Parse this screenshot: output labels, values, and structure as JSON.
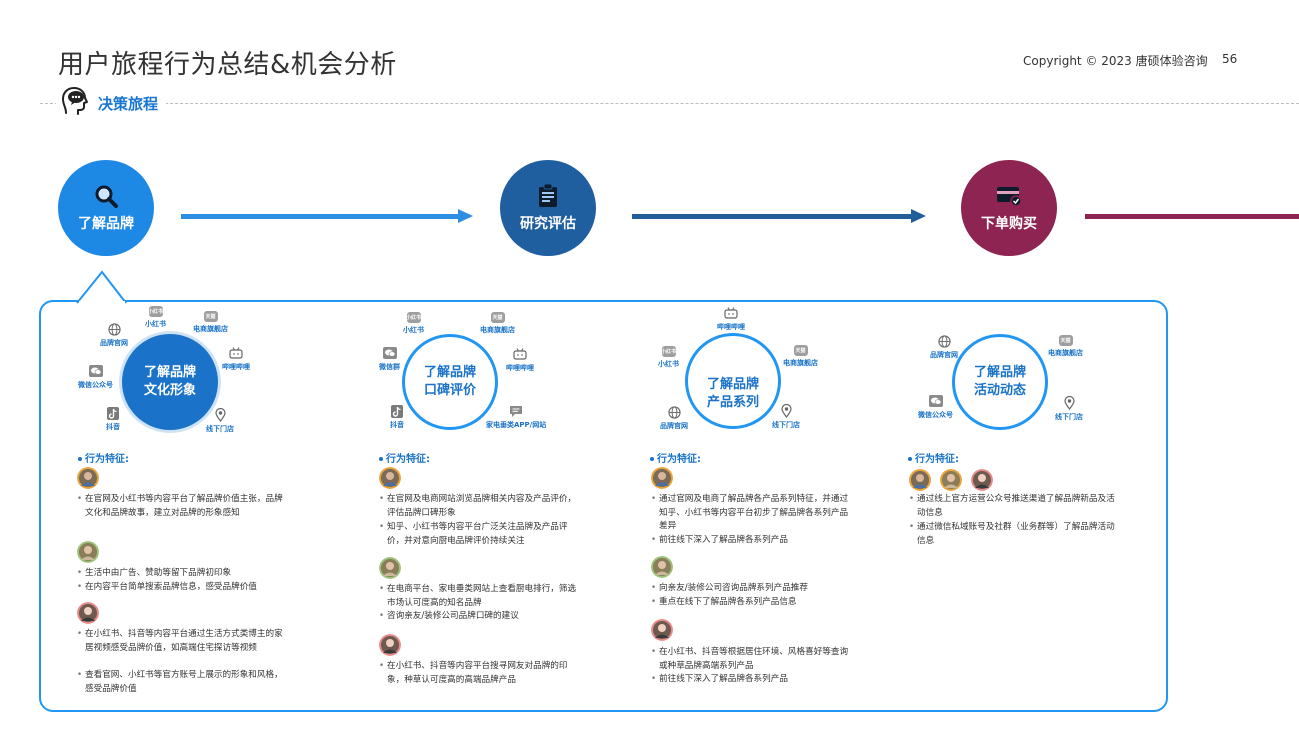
{
  "header": {
    "title": "用户旅程行为总结&机会分析",
    "copyright": "Copyright © 2023 唐硕体验咨询",
    "page_number": "56"
  },
  "section": {
    "label": "决策旅程"
  },
  "stages": [
    {
      "label": "了解品牌",
      "color": "#1e88e5",
      "icon": "magnifier-icon"
    },
    {
      "label": "研究评估",
      "color": "#1f5fa0",
      "icon": "clipboard-icon"
    },
    {
      "label": "下单购买",
      "color": "#8e2451",
      "icon": "card-icon"
    }
  ],
  "arrow_colors": [
    "#2d8fe3",
    "#225f99",
    "#8e2451"
  ],
  "behavior_title": "行为特征:",
  "columns": [
    {
      "hub": {
        "line1": "了解品牌",
        "line2": "文化形象"
      },
      "channels": [
        {
          "label": "小红书",
          "icon": "xiaohongshu-icon"
        },
        {
          "label": "电商旗舰店",
          "icon": "store-icon"
        },
        {
          "label": "品牌官网",
          "icon": "globe-icon"
        },
        {
          "label": "哔哩哔哩",
          "icon": "bilibili-icon"
        },
        {
          "label": "微信公众号",
          "icon": "wechat-icon"
        },
        {
          "label": "抖音",
          "icon": "douyin-icon"
        },
        {
          "label": "线下门店",
          "icon": "location-pin-icon"
        }
      ],
      "groups": [
        {
          "bullets": [
            "在官网及小红书等内容平台了解品牌价值主张，品牌文化和品牌故事，建立对品牌的形象感知"
          ]
        },
        {
          "bullets": [
            "生活中由广告、赞助等留下品牌初印象",
            "在内容平台简单搜索品牌信息，感受品牌价值"
          ]
        },
        {
          "bullets": [
            "在小红书、抖音等内容平台通过生活方式类博主的家居视频感受品牌价值，如高端住宅探访等视频",
            "查看官网、小红书等官方账号上展示的形象和风格，感受品牌价值"
          ]
        }
      ]
    },
    {
      "hub": {
        "line1": "了解品牌",
        "line2": "口碑评价"
      },
      "channels": [
        {
          "label": "小红书",
          "icon": "xiaohongshu-icon"
        },
        {
          "label": "电商旗舰店",
          "icon": "store-icon"
        },
        {
          "label": "微信群",
          "icon": "wechat-icon"
        },
        {
          "label": "哔哩哔哩",
          "icon": "bilibili-icon"
        },
        {
          "label": "抖音",
          "icon": "douyin-icon"
        },
        {
          "label": "家电垂类APP/网站",
          "icon": "chat-icon"
        }
      ],
      "groups": [
        {
          "bullets": [
            "在官网及电商网站浏览品牌相关内容及产品评价，评估品牌口碑形象",
            "知乎、小红书等内容平台广泛关注品牌及产品评价，并对意向厨电品牌评价持续关注"
          ]
        },
        {
          "bullets": [
            "在电商平台、家电垂类网站上查看厨电排行，筛选市场认可度高的知名品牌",
            "咨询亲友/装修公司品牌口碑的建议"
          ]
        },
        {
          "bullets": [
            "在小红书、抖音等内容平台搜寻网友对品牌的印象，种草认可度高的高端品牌产品"
          ]
        }
      ]
    },
    {
      "hub": {
        "line1": "了解品牌",
        "line2": "产品系列"
      },
      "channels": [
        {
          "label": "哔哩哔哩",
          "icon": "bilibili-icon"
        },
        {
          "label": "小红书",
          "icon": "xiaohongshu-icon"
        },
        {
          "label": "电商旗舰店",
          "icon": "store-icon"
        },
        {
          "label": "品牌官网",
          "icon": "globe-icon"
        },
        {
          "label": "线下门店",
          "icon": "location-pin-icon"
        }
      ],
      "groups": [
        {
          "bullets": [
            "通过官网及电商了解品牌各产品系列特征，并通过知乎、小红书等内容平台初步了解品牌各系列产品差异",
            "前往线下深入了解品牌各系列产品"
          ]
        },
        {
          "bullets": [
            "向亲友/装修公司咨询品牌系列产品推荐",
            "重点在线下了解品牌各系列产品信息"
          ]
        },
        {
          "bullets": [
            "在小红书、抖音等根据居住环境、风格喜好等查询或种草品牌高端系列产品",
            "前往线下深入了解品牌各系列产品"
          ]
        }
      ]
    },
    {
      "hub": {
        "line1": "了解品牌",
        "line2": "活动动态"
      },
      "channels": [
        {
          "label": "品牌官网",
          "icon": "globe-icon"
        },
        {
          "label": "电商旗舰店",
          "icon": "store-icon"
        },
        {
          "label": "微信公众号",
          "icon": "wechat-icon"
        },
        {
          "label": "线下门店",
          "icon": "location-pin-icon"
        }
      ],
      "groups": [
        {
          "bullets": [
            "通过线上官方运营公众号推送渠道了解品牌新品及活动信息",
            "通过微信私域账号及社群（业务群等）了解品牌活动信息"
          ]
        }
      ]
    }
  ]
}
